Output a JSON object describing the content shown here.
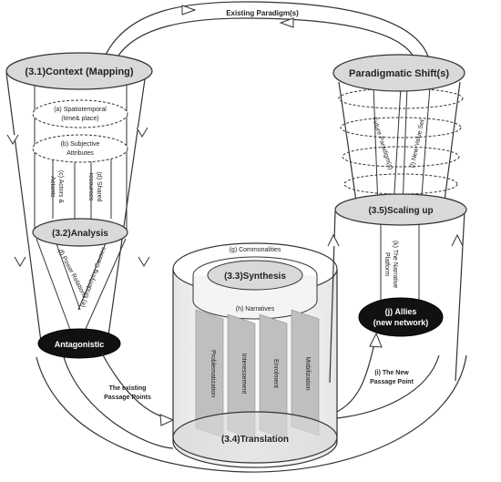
{
  "top_arrow_label": "Existing Paradigm(s)",
  "context": {
    "title": "(3.1)Context (Mapping)",
    "spatiotemporal_line1": "(a) Spatiotemporal",
    "spatiotemporal_line2": "(time& place)",
    "subjective_line1": "(b) Subjective",
    "subjective_line2": "Attributes",
    "actors_line1": "(c) Actors &",
    "actors_line2": "Actants",
    "shared_line1": "(d) Shared",
    "shared_line2": "resources"
  },
  "analysis": {
    "title": "(3.2)Analysis",
    "power_relations": "(f) Power Relations",
    "underlying_causes": "(e) Underlying Causes",
    "antagonistic": "Antagonistic"
  },
  "existing_passage": {
    "line1": "The existing",
    "line2": "Passage Points"
  },
  "synthesis": {
    "commonalities": "(g) Commonalities",
    "title": "(3.3)Synthesis",
    "narratives": "(h) Narratives",
    "stages": [
      "Problematization",
      "Interessement",
      "Enrolment",
      "Mobilization"
    ]
  },
  "translation": {
    "title": "(3.4)Translation"
  },
  "paradigm_shift": {
    "title": "Paradigmatic Shift(s)",
    "future_paradigms": "Future Paradigm(s)",
    "new_value_set": "(l) New Value Set"
  },
  "scaling": {
    "title": "(3.5)Scaling up",
    "narrative_platform_line1": "(k) The Narrative",
    "narrative_platform_line2": "Platform",
    "allies_line1": "(j) Allies",
    "allies_line2": "(new network)"
  },
  "new_passage": {
    "line1": "(i) The New",
    "line2": "Passage Point"
  }
}
